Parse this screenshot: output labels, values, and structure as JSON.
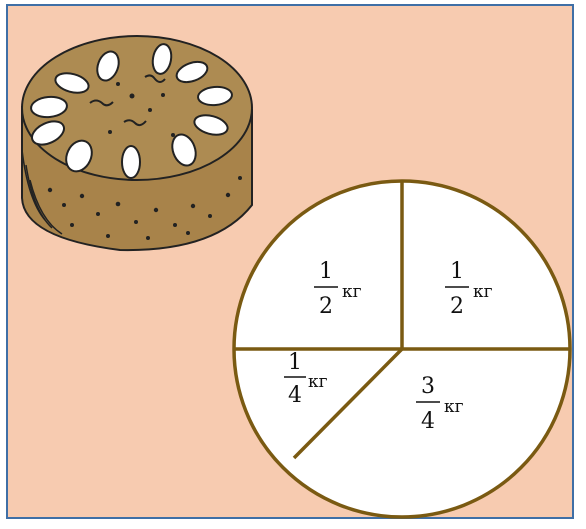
{
  "colors": {
    "background": "#f7cbb0",
    "border": "#3f6fa6",
    "pie_stroke": "#7a5a12",
    "pie_fill": "#ffffff",
    "cake_top": "#a8834a",
    "cake_side": "#9c7a40"
  },
  "pie": {
    "segments": [
      {
        "numerator": "1",
        "denominator": "2",
        "unit": "кг"
      },
      {
        "numerator": "1",
        "denominator": "2",
        "unit": "кг"
      },
      {
        "numerator": "1",
        "denominator": "4",
        "unit": "кг"
      },
      {
        "numerator": "3",
        "denominator": "4",
        "unit": "кг"
      }
    ]
  },
  "illustration": {
    "icon": "cake-icon"
  }
}
